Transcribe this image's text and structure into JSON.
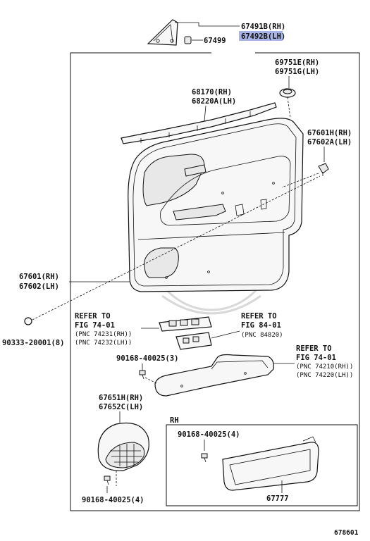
{
  "labels": {
    "p67491b": "67491B(RH)",
    "p67492b": "67492B(LH)",
    "p67499": "67499",
    "p69751e": "69751E(RH)",
    "p69751g": "69751G(LH)",
    "p68170": "68170(RH)",
    "p68220a": "68220A(LH)",
    "p67601h": "67601H(RH)",
    "p67602a": "67602A(LH)",
    "p67601": "67601(RH)",
    "p67602": "67602(LH)",
    "p90333": "90333-20001(8)",
    "ref1_line1": "REFER TO",
    "ref1_line2": "FIG 74-01",
    "ref1_line3": "(PNC 74231(RH))",
    "ref1_line4": "(PNC 74232(LH))",
    "ref2_line1": "REFER TO",
    "ref2_line2": "FIG 84-01",
    "ref2_line3": "(PNC 84820)",
    "ref3_line1": "REFER TO",
    "ref3_line2": "FIG 74-01",
    "ref3_line3": "(PNC 74210(RH))",
    "ref3_line4": "(PNC 74220(LH))",
    "p90168_a": "90168-40025(3)",
    "p67651h": "67651H(RH)",
    "p67652c": "67652C(LH)",
    "rh_box": "RH",
    "p90168_b": "90168-40025(4)",
    "p90168_c": "90168-40025(4)",
    "p67777": "67777",
    "figure_code": "678601"
  },
  "highlight_color": "#a9b4e6"
}
